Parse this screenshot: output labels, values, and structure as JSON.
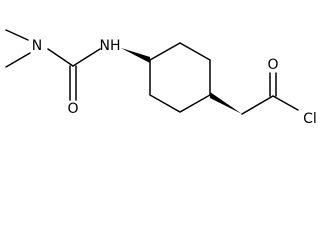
{
  "structure": {
    "atoms": {
      "n_dimethyl": "N",
      "c_carbonyl_o": "O",
      "n_amide": "NH",
      "o_acyl": "O",
      "cl": "Cl"
    },
    "colors": {
      "bond": "#000000",
      "label": "#000000",
      "background": "#ffffff"
    }
  }
}
